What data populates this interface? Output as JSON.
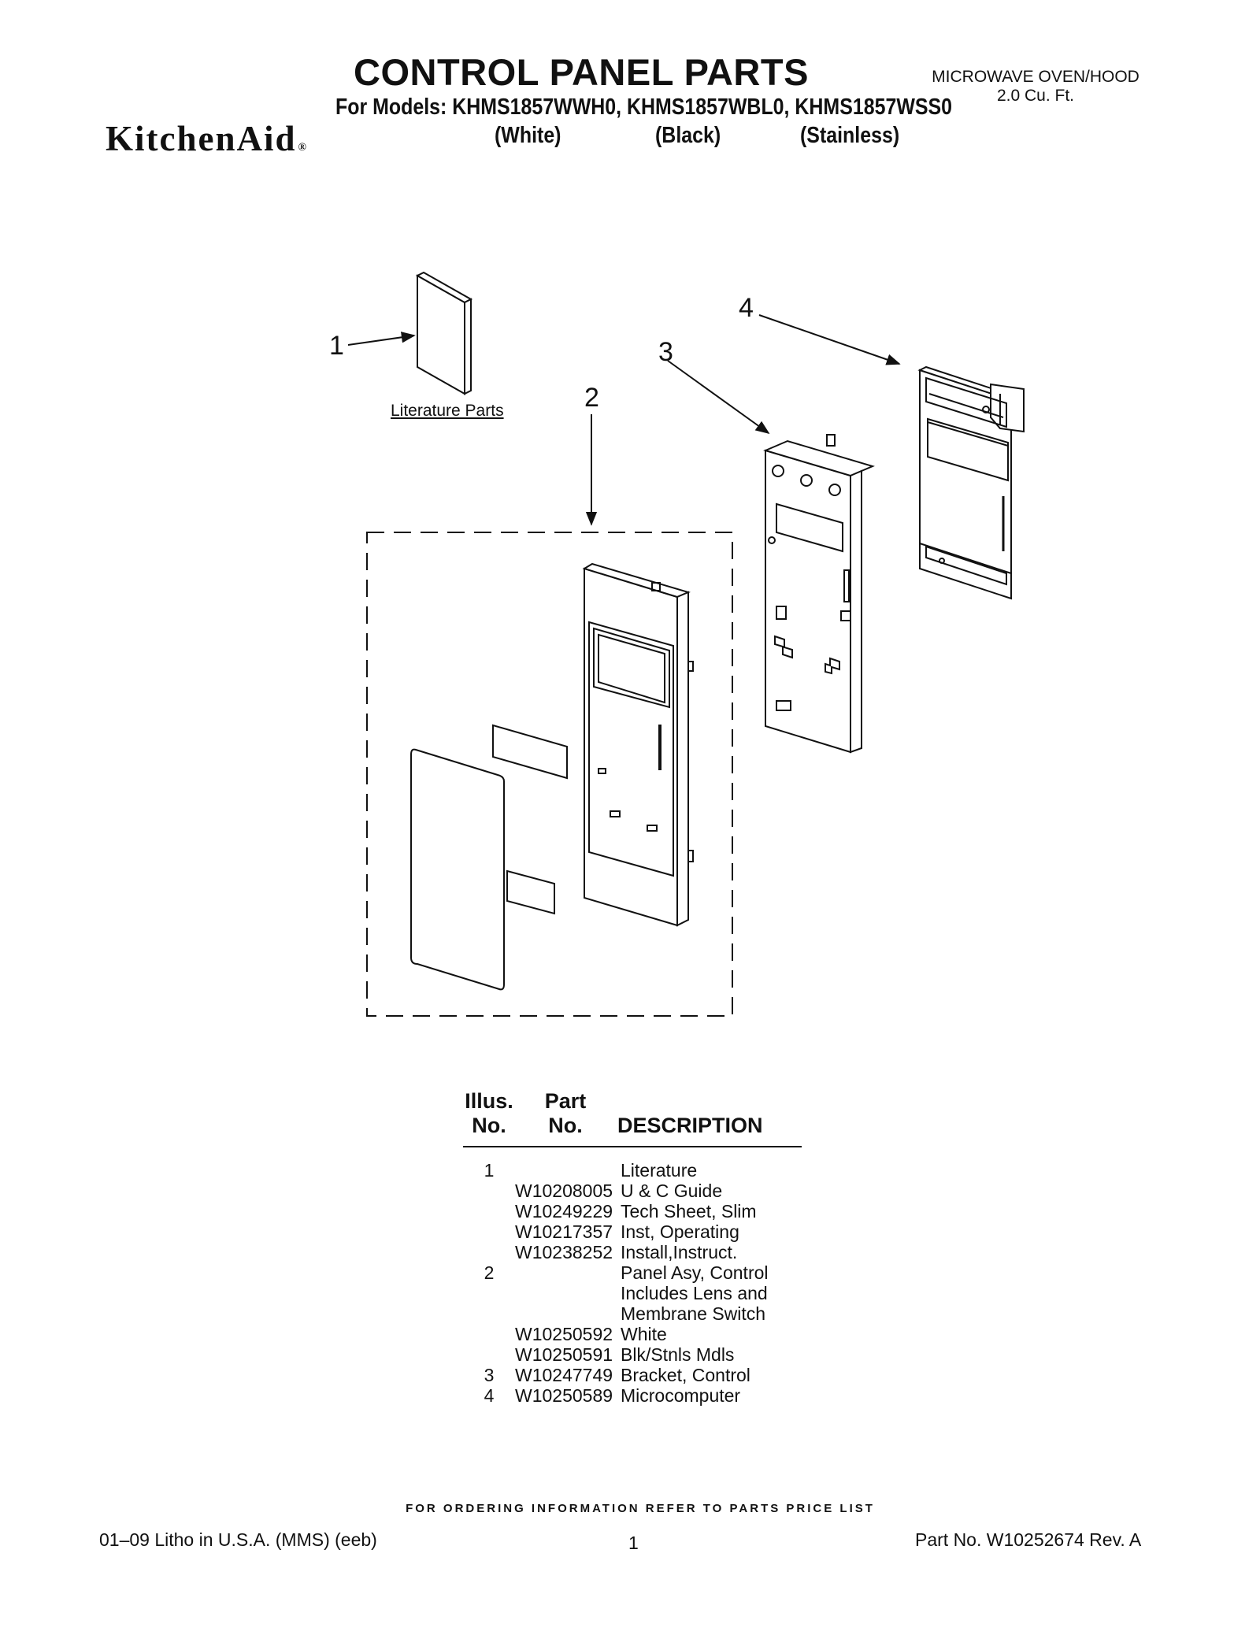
{
  "header": {
    "title": "CONTROL PANEL PARTS",
    "product_type": "MICROWAVE OVEN/HOOD",
    "capacity": "2.0 Cu. Ft.",
    "models_label": "For Models: KHMS1857WWH0, KHMS1857WBL0, KHMS1857WSS0",
    "colors": [
      "(White)",
      "(Black)",
      "(Stainless)"
    ],
    "brand": "KitchenAid",
    "brand_mark": "®"
  },
  "diagram": {
    "callouts": [
      "1",
      "2",
      "3",
      "4"
    ],
    "literature_label": "Literature Parts"
  },
  "parts_table": {
    "headers": {
      "illus_line1": "Illus.",
      "illus_line2": "No.",
      "part_line1": "Part",
      "part_line2": "No.",
      "description": "DESCRIPTION"
    },
    "rows": [
      {
        "illus": "1",
        "part": "",
        "desc": "Literature"
      },
      {
        "illus": "",
        "part": "W10208005",
        "desc": "U & C Guide"
      },
      {
        "illus": "",
        "part": "W10249229",
        "desc": "Tech Sheet, Slim"
      },
      {
        "illus": "",
        "part": "W10217357",
        "desc": "Inst, Operating"
      },
      {
        "illus": "",
        "part": "W10238252",
        "desc": "Install,Instruct."
      },
      {
        "illus": "2",
        "part": "",
        "desc": "Panel Asy, Control"
      },
      {
        "illus": "",
        "part": "",
        "desc": "Includes Lens and"
      },
      {
        "illus": "",
        "part": "",
        "desc": "Membrane Switch"
      },
      {
        "illus": "",
        "part": "W10250592",
        "desc": "White"
      },
      {
        "illus": "",
        "part": "W10250591",
        "desc": "Blk/Stnls Mdls"
      },
      {
        "illus": "3",
        "part": "W10247749",
        "desc": "Bracket, Control"
      },
      {
        "illus": "4",
        "part": "W10250589",
        "desc": "Microcomputer"
      }
    ]
  },
  "footer": {
    "ordering_note": "FOR ORDERING INFORMATION REFER TO PARTS PRICE LIST",
    "litho": "01–09 Litho in U.S.A. (MMS) (eeb)",
    "page_number": "1",
    "part_number": "Part No. W10252674 Rev. A"
  }
}
